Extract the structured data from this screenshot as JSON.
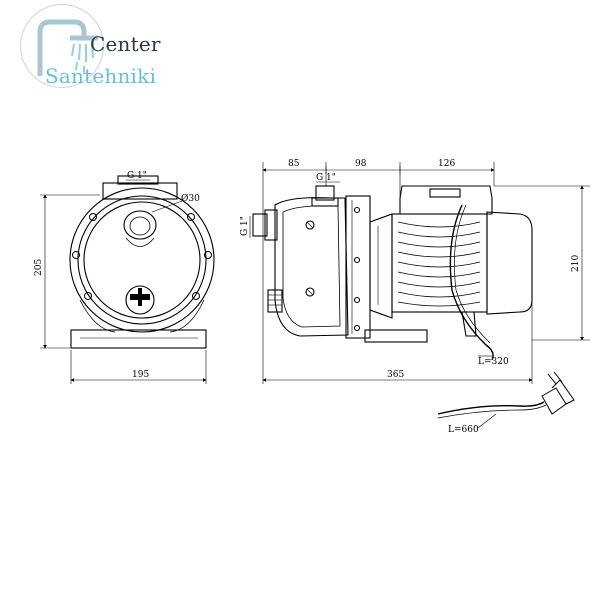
{
  "brand": {
    "line1": "Center",
    "line2": "Santehniki",
    "colors": {
      "dark": "#2a3b48",
      "accent": "#66bfdc"
    }
  },
  "front_view": {
    "thread_label": "G 1\"",
    "diameter_label": "Ø30",
    "width_label": "195",
    "height_label": "205"
  },
  "side_view": {
    "dim_inlet_offset": "85",
    "dim_outlet_offset": "98",
    "dim_motor": "126",
    "outlet_thread": "G 1\"",
    "inlet_thread": "G 1\"",
    "height_label": "210",
    "length_label": "365",
    "cable_length_short": "L=320"
  },
  "cable": {
    "length_label": "L=660"
  }
}
